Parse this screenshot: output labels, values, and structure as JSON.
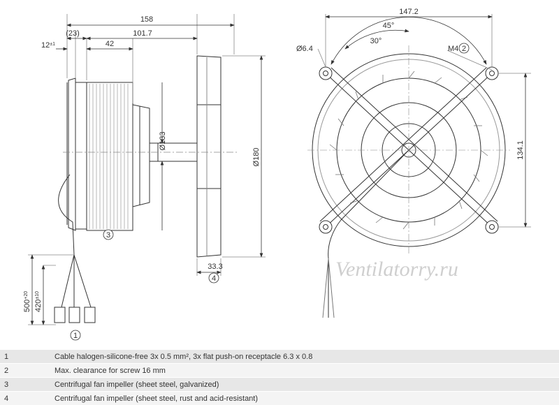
{
  "side_view": {
    "dims": {
      "overall": "158",
      "recess": "(23)",
      "body": "101.7",
      "flange": "12",
      "flange_tol": "±1",
      "hub": "42",
      "motor_dia": "Ø133",
      "impeller_dia": "Ø180",
      "impeller_width": "33.3",
      "lead_long": "500",
      "lead_long_tol": "+20",
      "lead_short": "420",
      "lead_short_tol": "±10"
    },
    "callouts": {
      "impeller": "3",
      "impeller_ss": "4",
      "cable": "1"
    }
  },
  "front_view": {
    "dims": {
      "width": "147.2",
      "angle_big": "45°",
      "angle_small": "30°",
      "hole": "Ø6.4",
      "thread": "M4",
      "height": "134.1"
    },
    "callouts": {
      "screw": "2"
    }
  },
  "watermark": "Ventilatorry.ru",
  "notes": [
    {
      "num": "1",
      "text": "Cable halogen-silicone-free 3x 0.5 mm², 3x flat push-on receptacle 6.3 x 0.8"
    },
    {
      "num": "2",
      "text": "Max. clearance for screw 16 mm"
    },
    {
      "num": "3",
      "text": "Centrifugal fan impeller (sheet steel, galvanized)"
    },
    {
      "num": "4",
      "text": "Centrifugal fan impeller (sheet steel, rust and acid-resistant)"
    }
  ]
}
